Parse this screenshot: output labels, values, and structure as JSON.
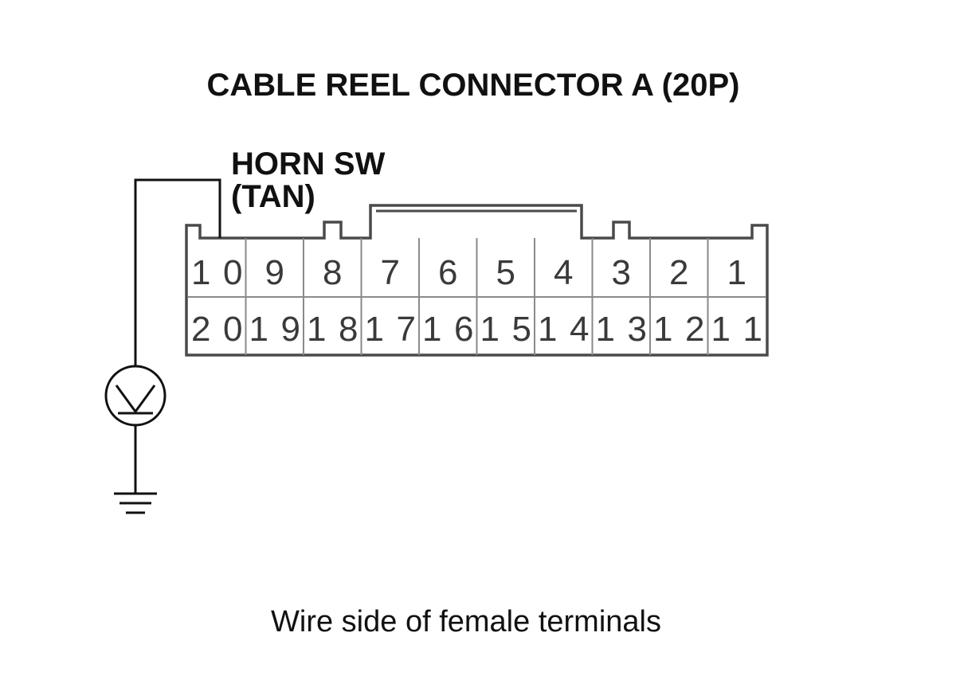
{
  "title": "CABLE REEL CONNECTOR A (20P)",
  "probe_label_line1": "HORN SW",
  "probe_label_line2": "(TAN)",
  "meter_symbol": "V",
  "caption": "Wire side of female terminals",
  "connector": {
    "top_row": [
      "10",
      "9",
      "8",
      "7",
      "6",
      "5",
      "4",
      "3",
      "2",
      "1"
    ],
    "bottom_row": [
      "20",
      "19",
      "18",
      "17",
      "16",
      "15",
      "14",
      "13",
      "12",
      "11"
    ],
    "probed_terminal": "10"
  },
  "icons": {
    "meter": "voltmeter-icon",
    "ground": "ground-symbol-icon"
  }
}
